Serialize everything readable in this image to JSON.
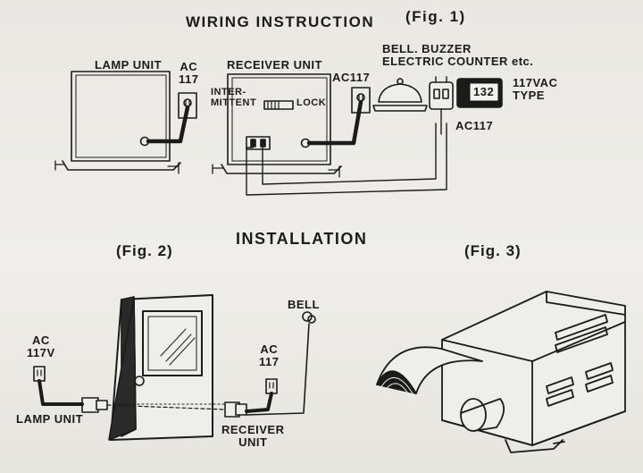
{
  "title": "WIRING INSTRUCTION",
  "fig1_label": "(Fig. 1)",
  "section_title": "INSTALLATION",
  "fig2_label": "(Fig. 2)",
  "fig3_label": "(Fig. 3)",
  "fig1": {
    "lamp_unit": "LAMP UNIT",
    "ac_outlet": "AC\n117",
    "receiver_unit": "RECEIVER UNIT",
    "switch_intermittent": "INTER-\nMITTENT",
    "switch_lock": "LOCK",
    "ac117_receiver": "AC117",
    "devices": "BELL. BUZZER\nELECTRIC COUNTER etc.",
    "counter_display": "132",
    "voltage_type": "117VAC\nTYPE",
    "ac117_device": "AC117"
  },
  "fig2": {
    "ac_left": "AC\n117V",
    "lamp_unit": "LAMP UNIT",
    "bell": "BELL",
    "ac_right": "AC\n117",
    "receiver_unit": "RECEIVER\nUNIT"
  }
}
